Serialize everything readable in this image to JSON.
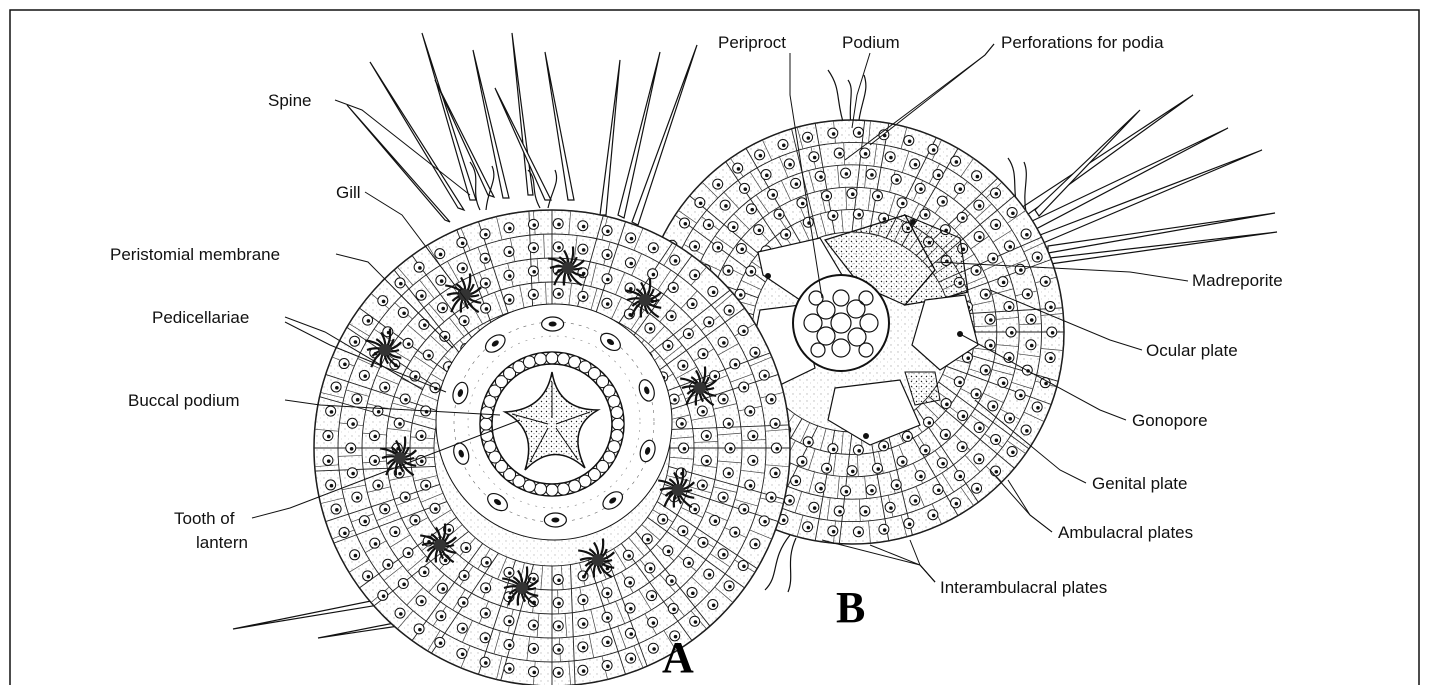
{
  "figure": {
    "panel_labels": {
      "a": "A",
      "b": "B"
    },
    "labels": {
      "spine": "Spine",
      "gill": "Gill",
      "peristomial_membrane": "Peristomial membrane",
      "pedicellariae": "Pedicellariae",
      "buccal_podium": "Buccal podium",
      "tooth_of_lantern_1": "Tooth of",
      "tooth_of_lantern_2": "lantern",
      "periproct": "Periproct",
      "podium": "Podium",
      "perforations_for_podia": "Perforations for podia",
      "madreporite": "Madreporite",
      "ocular_plate": "Ocular plate",
      "gonopore": "Gonopore",
      "genital_plate": "Genital plate",
      "ambulacral_plates": "Ambulacral plates",
      "interambulacral_plates": "Interambulacral plates"
    }
  }
}
